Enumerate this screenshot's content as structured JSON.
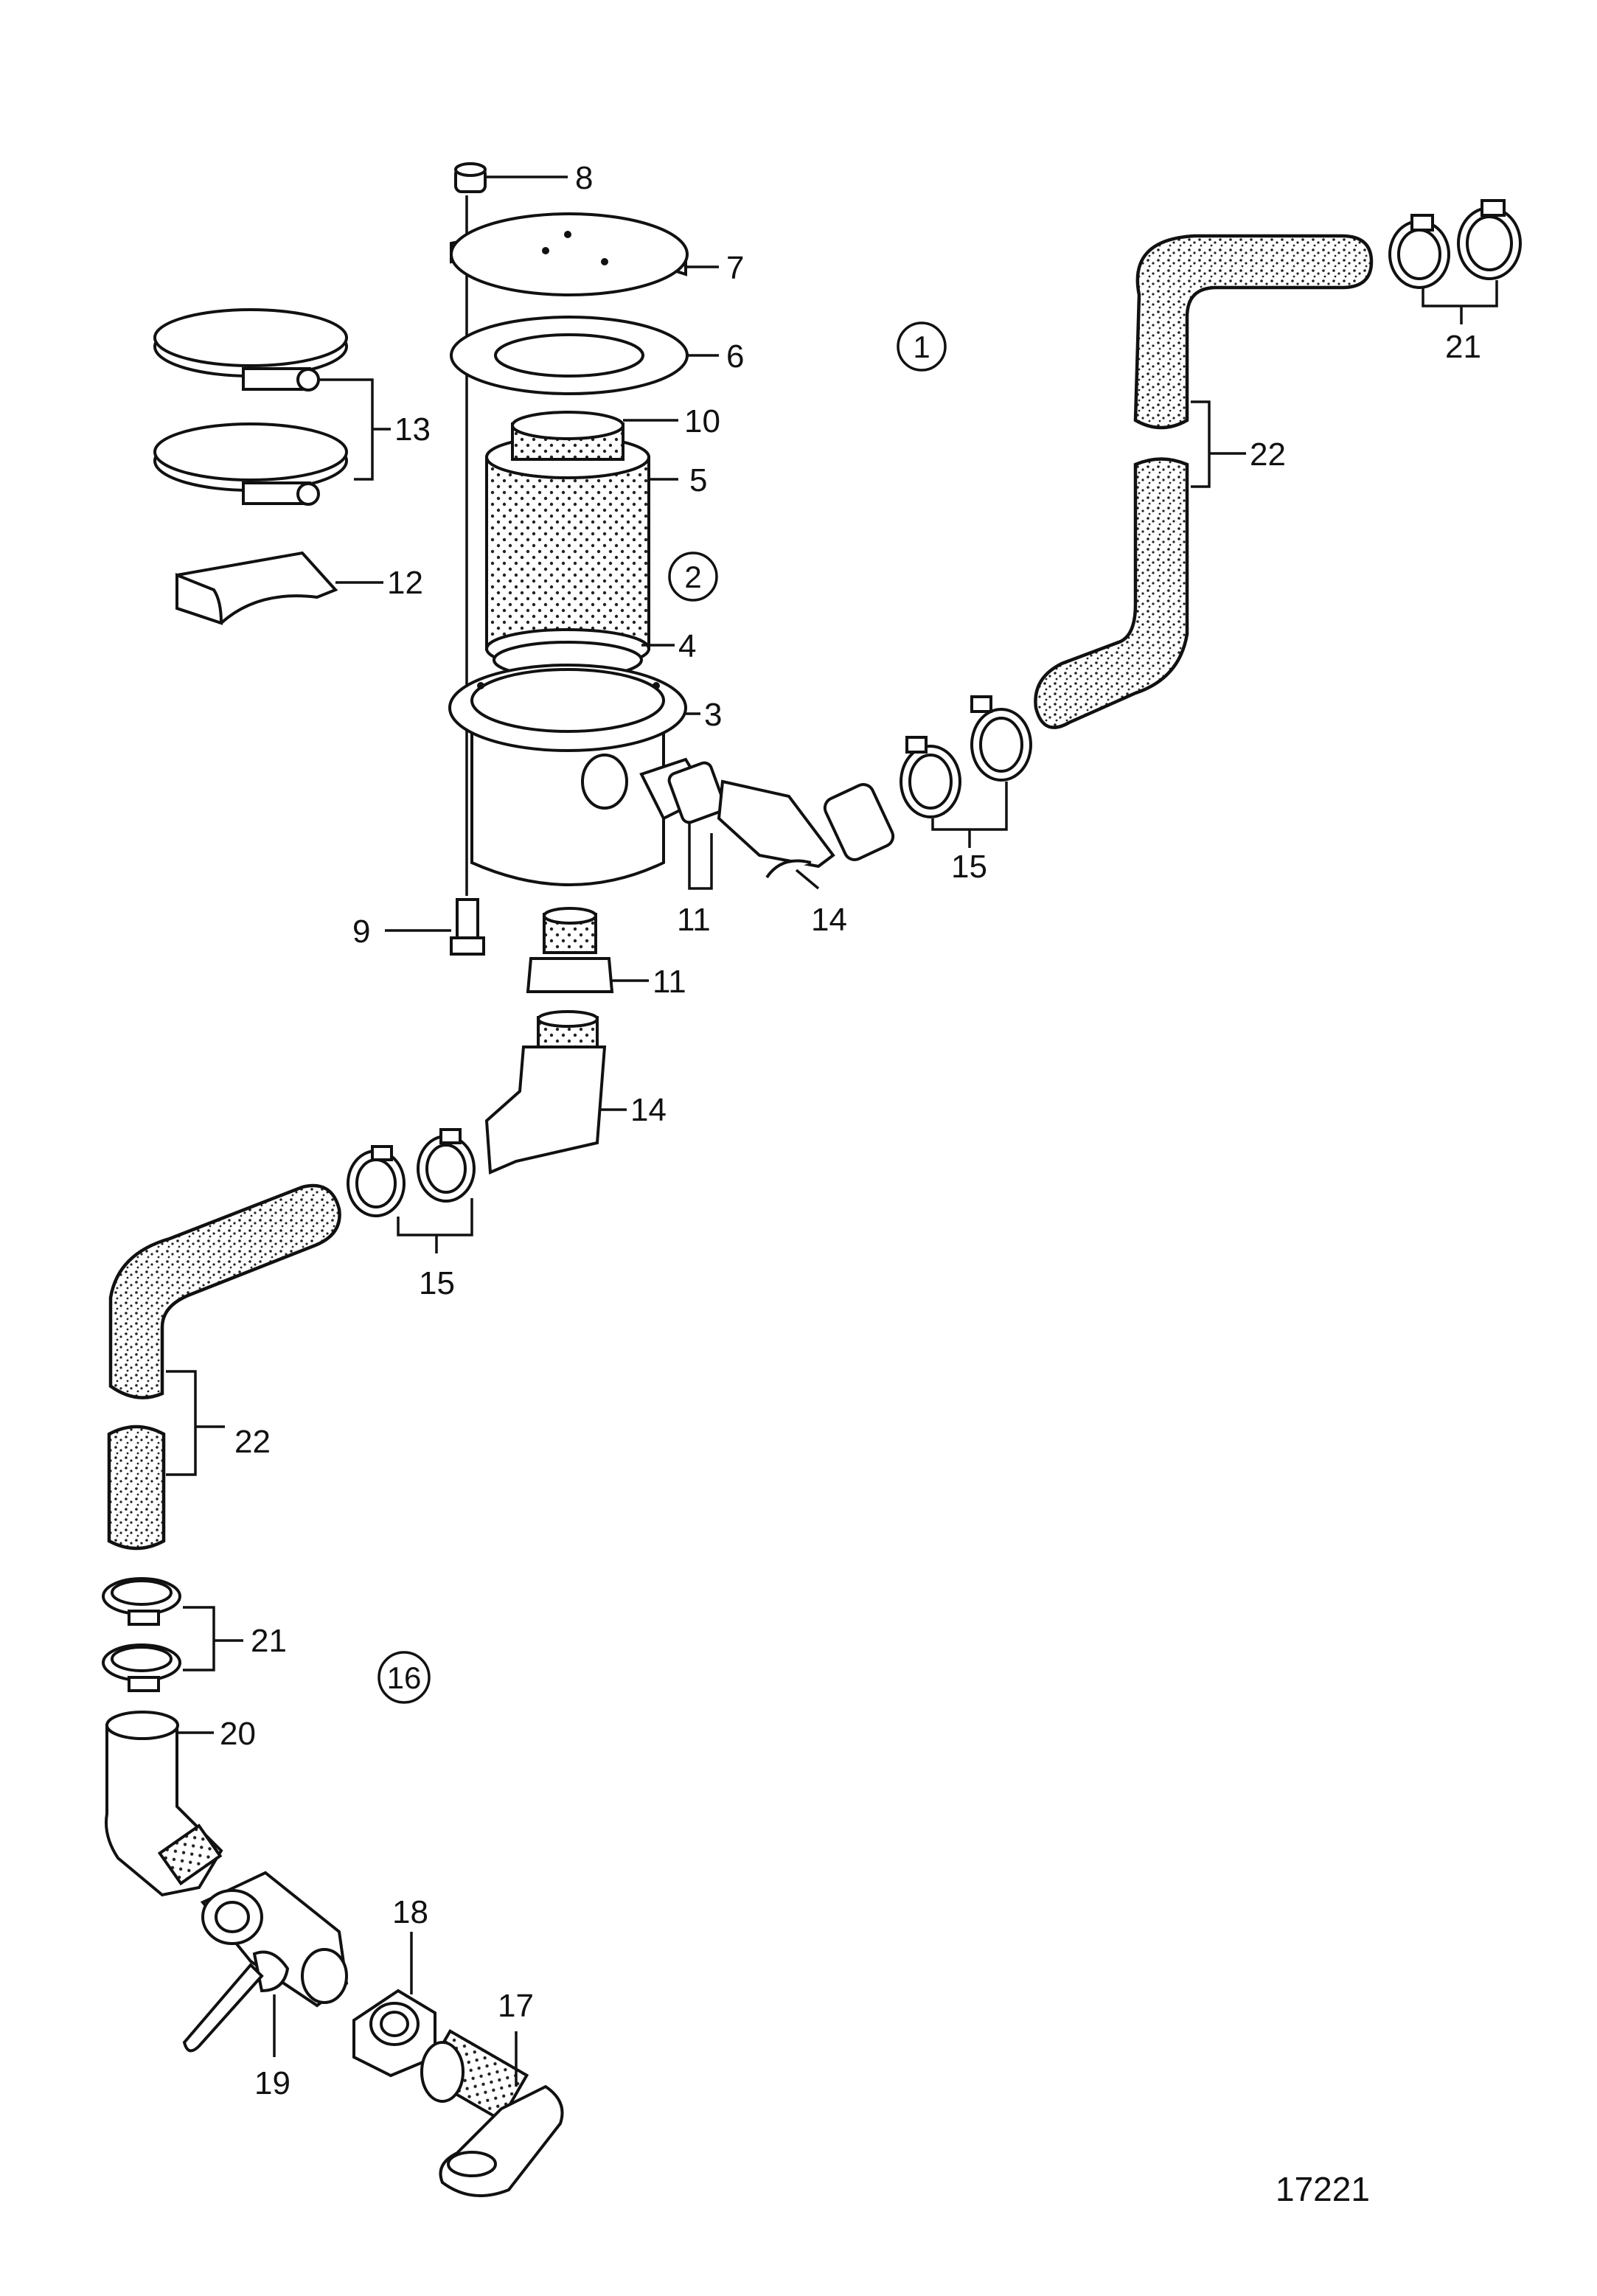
{
  "figure_number": "17221",
  "reference_circles": [
    "1",
    "2",
    "16"
  ],
  "callouts": {
    "c3": "3",
    "c4": "4",
    "c5": "5",
    "c6": "6",
    "c7": "7",
    "c8": "8",
    "c9": "9",
    "c10": "10",
    "c11a": "11",
    "c11b": "11",
    "c12": "12",
    "c13": "13",
    "c14a": "14",
    "c14b": "14",
    "c15a": "15",
    "c15b": "15",
    "c17": "17",
    "c18": "18",
    "c19": "19",
    "c20": "20",
    "c21a": "21",
    "c21b": "21",
    "c22a": "22",
    "c22b": "22"
  },
  "colors": {
    "line": "#111111",
    "background": "#ffffff"
  }
}
